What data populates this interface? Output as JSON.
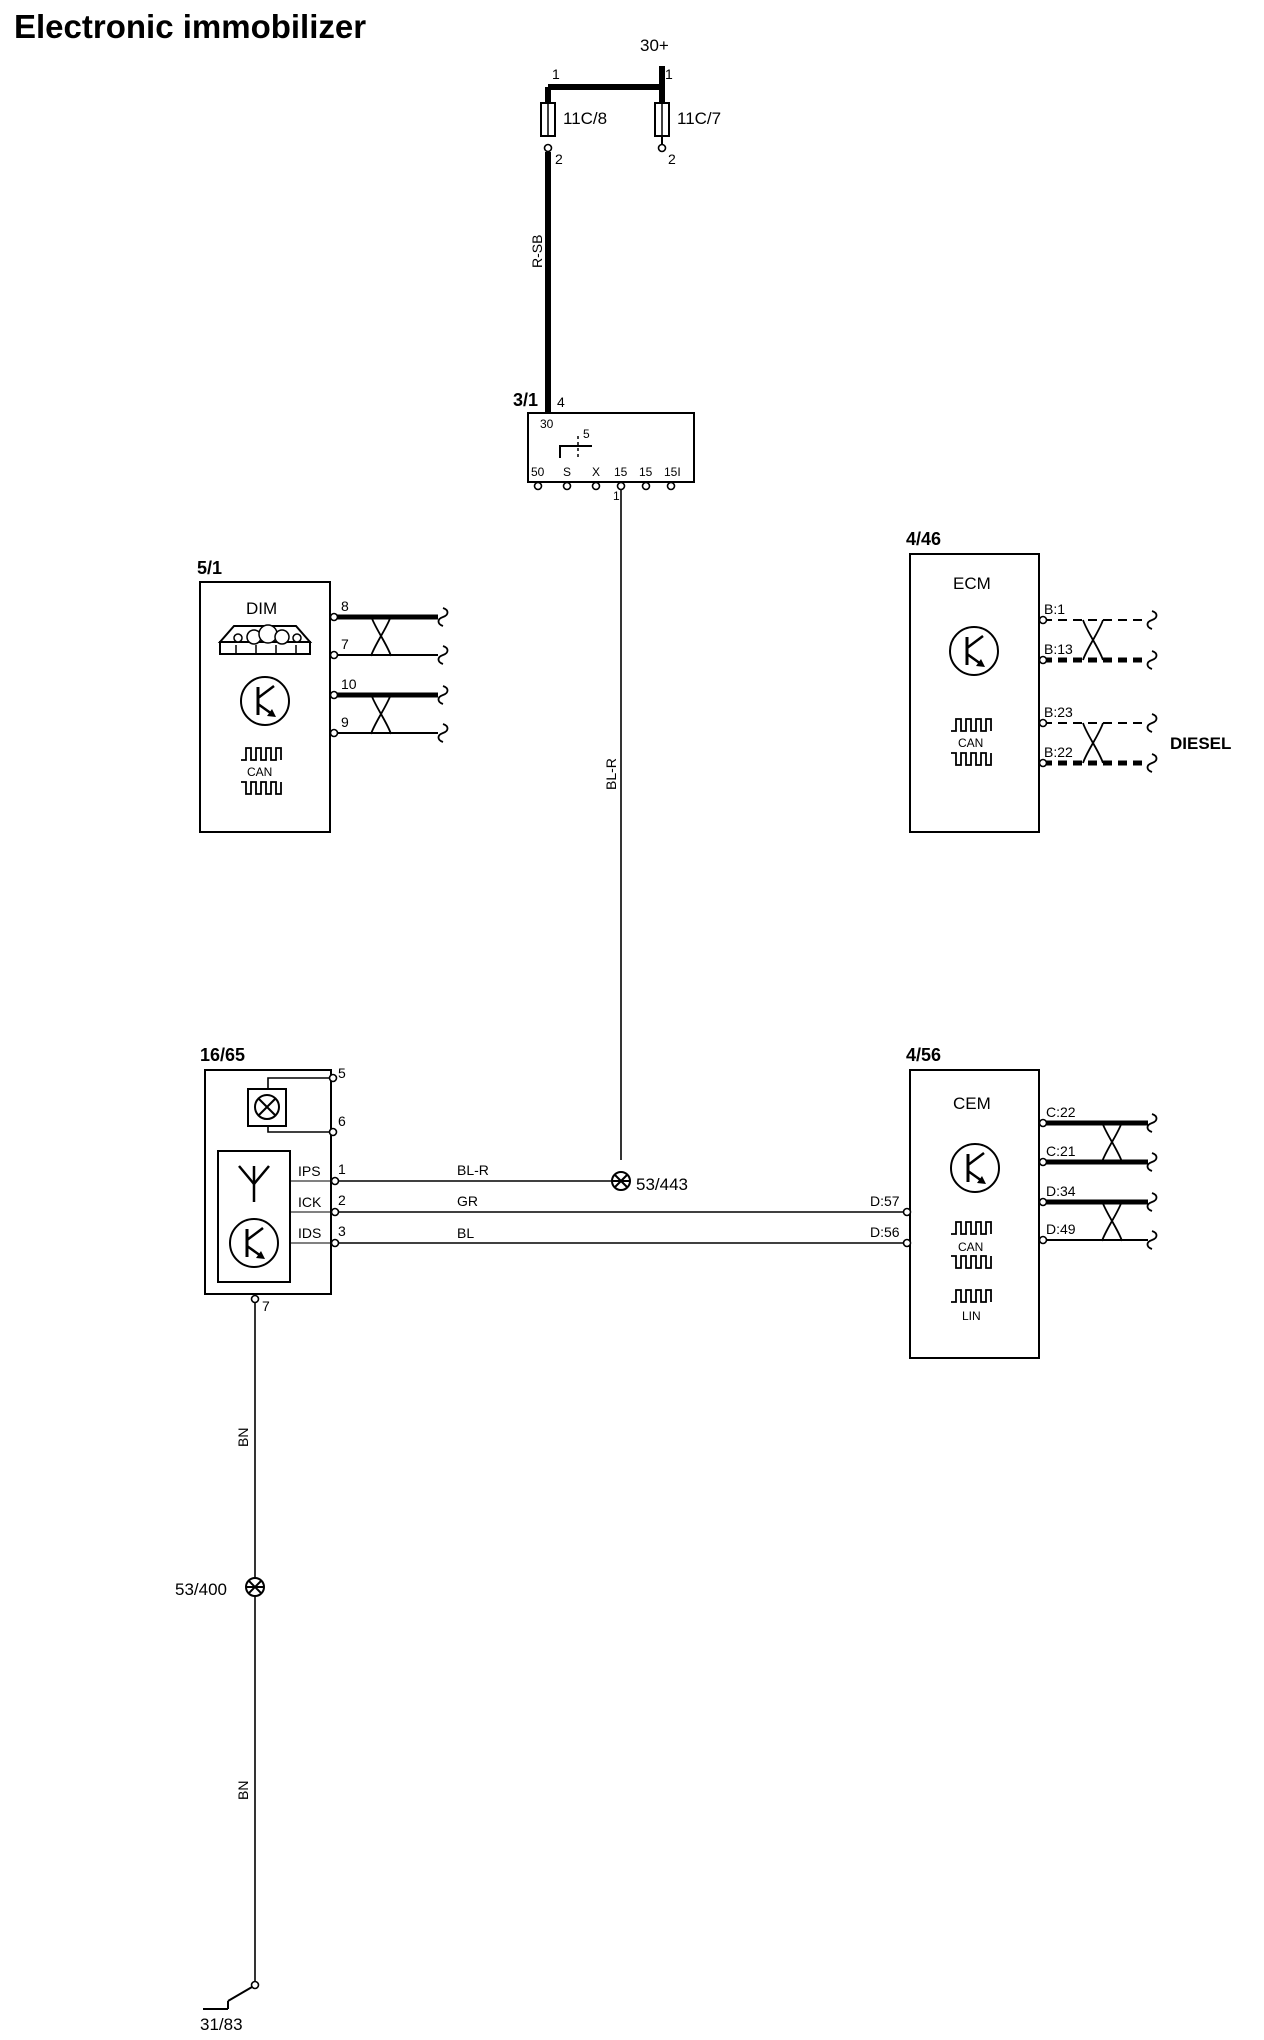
{
  "title": "Electronic immobilizer",
  "supply": {
    "label": "30+",
    "fuses": [
      {
        "id": "11C/8",
        "pin_top": "1",
        "pin_bottom": "2"
      },
      {
        "id": "11C/7",
        "pin_top": "1",
        "pin_bottom": "2"
      }
    ]
  },
  "wires": {
    "rsb": "R-SB",
    "blr_vertical": "BL-R",
    "blr": "BL-R",
    "gr": "GR",
    "bl": "BL",
    "bn_upper": "BN",
    "bn_lower": "BN"
  },
  "ignition": {
    "ref": "3/1",
    "pin_top": "4",
    "pin_30": "30",
    "pin_5": "5",
    "terminals": [
      "50",
      "S",
      "X",
      "15",
      "15",
      "15I"
    ],
    "pin_out": "1"
  },
  "dim": {
    "ref": "5/1",
    "name": "DIM",
    "can": "CAN",
    "pins": [
      "8",
      "7",
      "10",
      "9"
    ]
  },
  "ecm": {
    "ref": "4/46",
    "name": "ECM",
    "can": "CAN",
    "pins": [
      "B:1",
      "B:13",
      "B:23",
      "B:22"
    ],
    "note": "DIESEL"
  },
  "immobilizer": {
    "ref": "16/65",
    "pins_top": [
      "5",
      "6"
    ],
    "signals": [
      {
        "name": "IPS",
        "pin": "1"
      },
      {
        "name": "ICK",
        "pin": "2"
      },
      {
        "name": "IDS",
        "pin": "3"
      }
    ],
    "pin_bottom": "7"
  },
  "cem": {
    "ref": "4/56",
    "name": "CEM",
    "can": "CAN",
    "lin": "LIN",
    "pins_left": [
      "D:57",
      "D:56"
    ],
    "pins_right": [
      "C:22",
      "C:21",
      "D:34",
      "D:49"
    ]
  },
  "splices": {
    "s443": "53/443",
    "s400": "53/400"
  },
  "ground": "31/83"
}
